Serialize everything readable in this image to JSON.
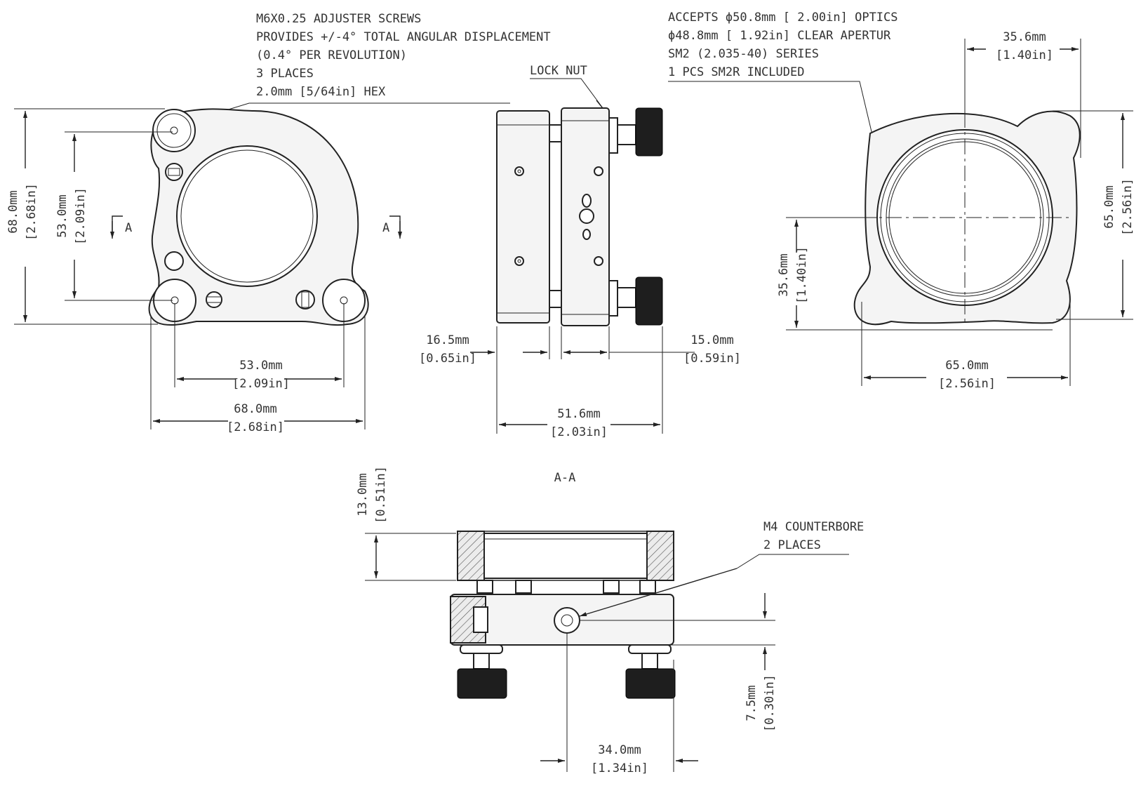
{
  "front_view": {
    "adjuster_note": [
      "M6X0.25  ADJUSTER SCREWS",
      "PROVIDES +/-4°  TOTAL ANGULAR DISPLACEMENT",
      "(0.4°  PER REVOLUTION)",
      "3 PLACES",
      "2.0mm [5/64in] HEX"
    ],
    "section_mark": "A",
    "dims": {
      "height_outer_mm": "68.0mm",
      "height_outer_in": "[2.68in]",
      "height_inner_mm": "53.0mm",
      "height_inner_in": "[2.09in]",
      "width_inner_mm": "53.0mm",
      "width_inner_in": "[2.09in]",
      "width_outer_mm": "68.0mm",
      "width_outer_in": "[2.68in]"
    }
  },
  "side_view": {
    "lock_nut": "LOCK NUT",
    "dims": {
      "left_mm": "16.5mm",
      "left_in": "[0.65in]",
      "right_mm": "15.0mm",
      "right_in": "[0.59in]",
      "total_mm": "51.6mm",
      "total_in": "[2.03in]"
    }
  },
  "rear_view": {
    "accepts_note": [
      "ACCEPTS ϕ50.8mm [ 2.00in] OPTICS",
      "ϕ48.8mm [ 1.92in] CLEAR APERTUR",
      "SM2 (2.035-40) SERIES",
      "1 PCS SM2R INCLUDED"
    ],
    "dims": {
      "top_mm": "35.6mm",
      "top_in": "[1.40in]",
      "right_mm": "65.0mm",
      "right_in": "[2.56in]",
      "left_mm": "35.6mm",
      "left_in": "[1.40in]",
      "bottom_mm": "65.0mm",
      "bottom_in": "[2.56in]"
    }
  },
  "section_view": {
    "title": "A-A",
    "counterbore_note": [
      "M4 COUNTERBORE",
      "2 PLACES"
    ],
    "dims": {
      "height_mm": "13.0mm",
      "height_in": "[0.51in]",
      "offset_mm": "7.5mm",
      "offset_in": "[0.30in]",
      "width_mm": "34.0mm",
      "width_in": "[1.34in]"
    }
  }
}
